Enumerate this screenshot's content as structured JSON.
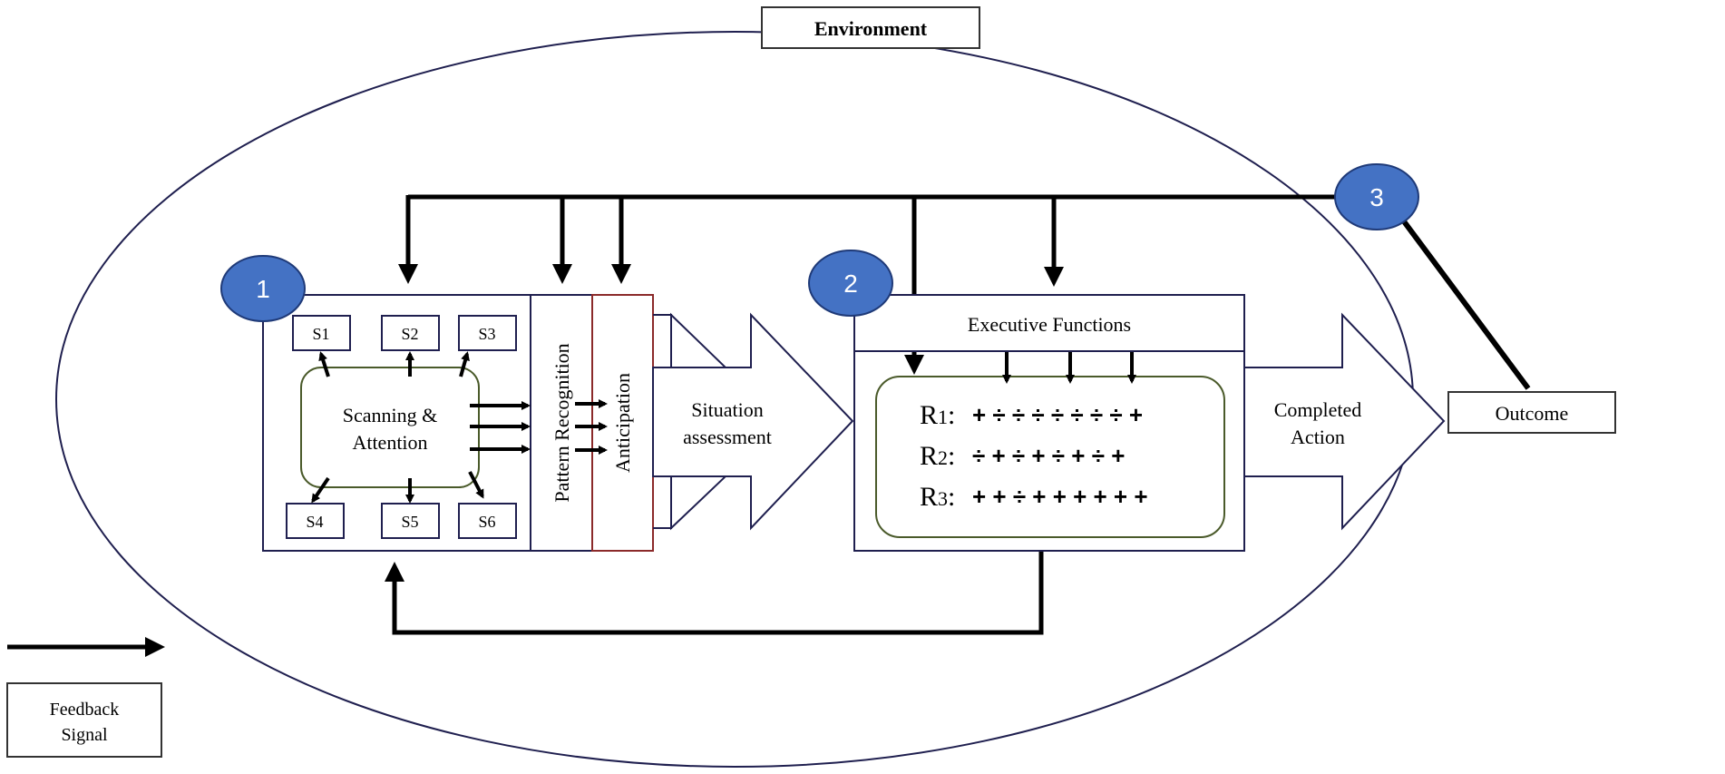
{
  "environment": {
    "label": "Environment"
  },
  "badges": {
    "b1": "1",
    "b2": "2",
    "b3": "3"
  },
  "stage1": {
    "sensors": [
      "S1",
      "S2",
      "S3",
      "S4",
      "S5",
      "S6"
    ],
    "scanning_line1": "Scanning &",
    "scanning_line2": "Attention",
    "pattern_recognition": "Pattern Recognition",
    "anticipation": "Anticipation"
  },
  "situation": {
    "line1": "Situation",
    "line2": "assessment"
  },
  "stage2": {
    "executive_functions": "Executive Functions",
    "rules": [
      {
        "name": "R",
        "sub": "1",
        "signs": "+ ÷ ÷ ÷ ÷ ÷ ÷ ÷ +"
      },
      {
        "name": "R",
        "sub": "2",
        "signs": "÷ + ÷ + ÷ + ÷ +"
      },
      {
        "name": "R",
        "sub": "3",
        "signs": "+ + ÷ + + + + + +"
      }
    ]
  },
  "completed": {
    "line1": "Completed",
    "line2": "Action"
  },
  "outcome": {
    "label": "Outcome"
  },
  "legend": {
    "line1": "Feedback",
    "line2": "Signal"
  },
  "colors": {
    "badge_fill": "#4472c4",
    "box_stroke": "#1f1f4f",
    "anticipation_stroke": "#8b2a2a",
    "rounded_stroke": "#4a5a2a",
    "line": "#000000"
  }
}
